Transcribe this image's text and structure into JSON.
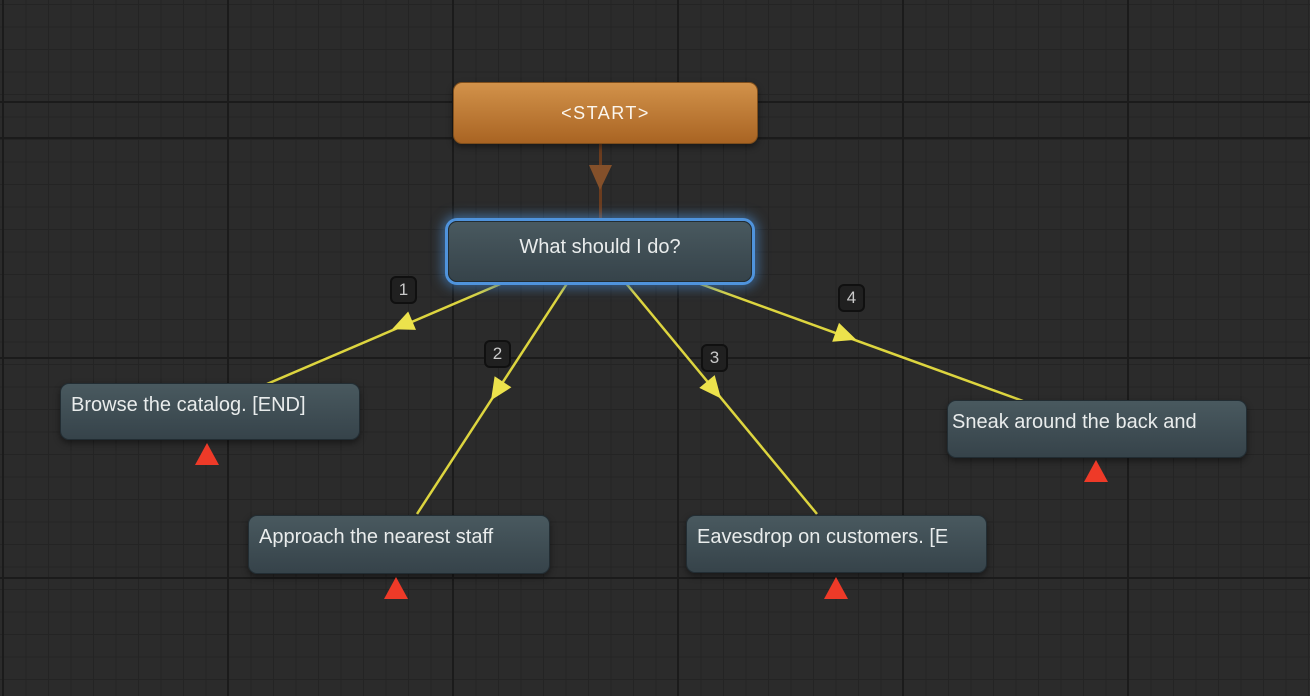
{
  "canvas": {
    "background_color": "#2b2b2b",
    "grid_minor_color": "#242424",
    "grid_major_color": "#1b1b1b"
  },
  "nodes": {
    "start": {
      "label": "<START>",
      "accent_color": "#c07a30"
    },
    "question": {
      "label": "What should I do?",
      "selected": true,
      "selection_glow_color": "#4f93dc"
    },
    "responses": [
      {
        "label": "Browse the catalog. [END]"
      },
      {
        "label": "Approach the nearest staff"
      },
      {
        "label": "Eavesdrop on customers. [E"
      },
      {
        "label": "Sneak around the back and"
      }
    ]
  },
  "links": {
    "badges": [
      {
        "label": "1"
      },
      {
        "label": "2"
      },
      {
        "label": "3"
      },
      {
        "label": "4"
      }
    ],
    "line_color": "#ddd53f",
    "arrow_color": "#ece24c",
    "start_link_color": "#6b3c1e",
    "marker_color": "#ee3a28"
  }
}
